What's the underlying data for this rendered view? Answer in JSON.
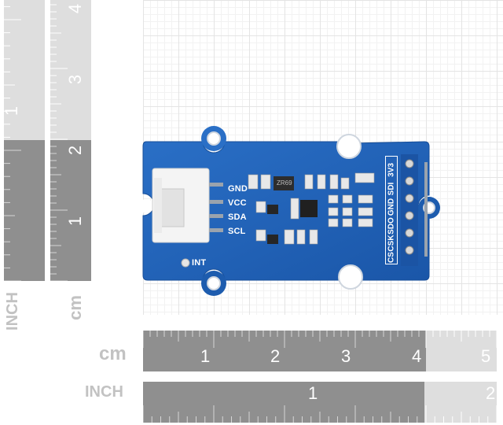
{
  "rulers": {
    "left_vertical": {
      "unit": "INCH",
      "numbers": [
        "1",
        "2"
      ]
    },
    "right_vertical": {
      "unit": "cm",
      "numbers": [
        "1",
        "2",
        "3",
        "4"
      ]
    },
    "bottom_cm": {
      "unit": "cm",
      "numbers": [
        "1",
        "2",
        "3",
        "4",
        "5"
      ]
    },
    "bottom_inch": {
      "unit": "INCH",
      "numbers": [
        "1",
        "2"
      ]
    }
  },
  "board": {
    "color": "#1e5fb5",
    "silkscreen_left": [
      "GND",
      "VCC",
      "SDA",
      "SCL"
    ],
    "silkscreen_int": "INT",
    "chip_marking": "ZR69",
    "right_header": [
      "CS",
      "CSK",
      "SDO",
      "GND",
      "SDI",
      "3V3"
    ]
  }
}
